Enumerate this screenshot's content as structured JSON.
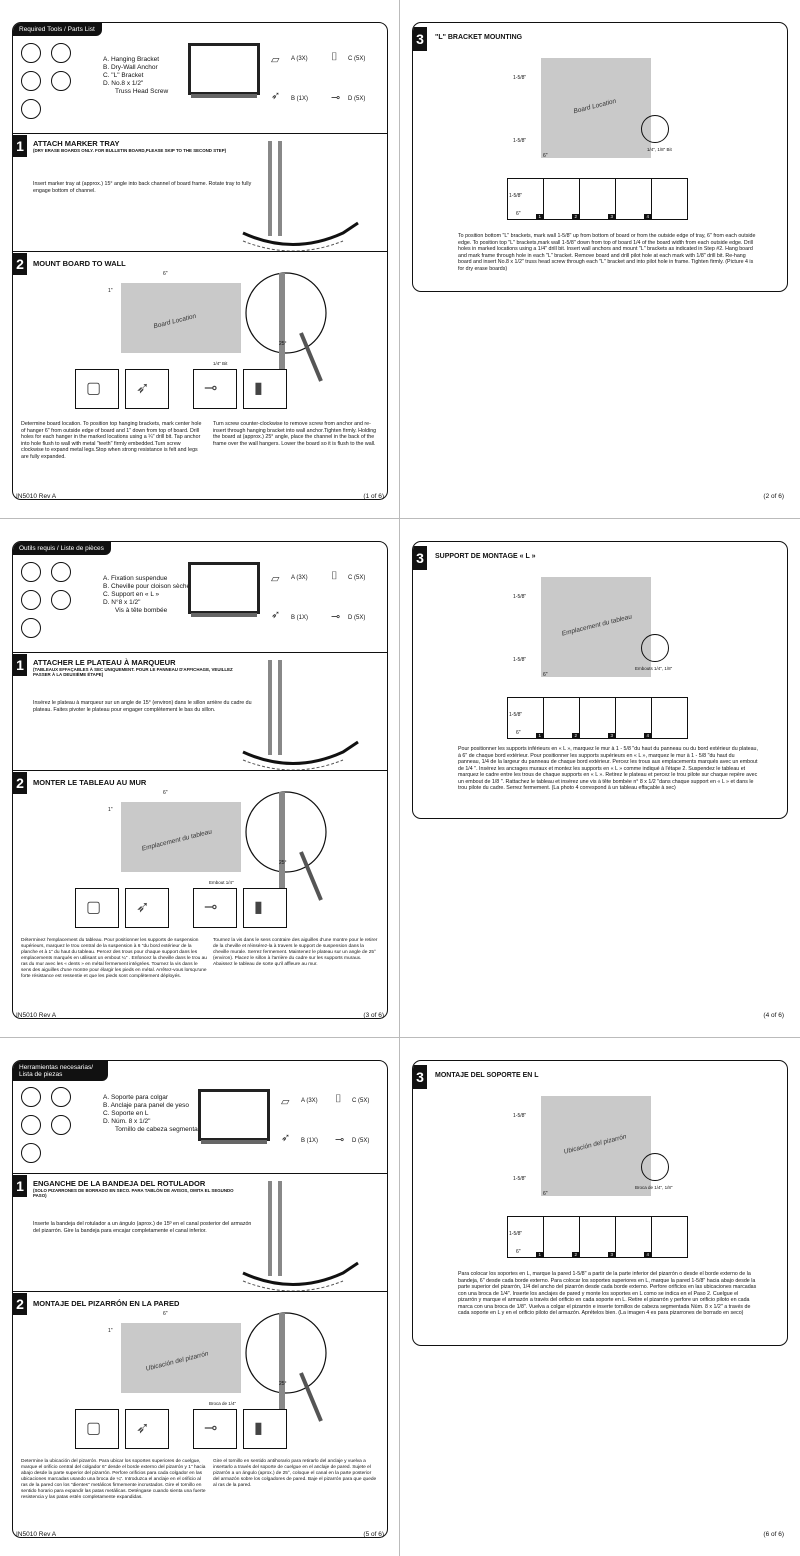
{
  "pages": {
    "p1": {
      "tools_heading": "Required Tools / Parts List",
      "parts": [
        "A. Hanging Bracket",
        "B. Dry-Wall Anchor",
        "C. \"L\" Bracket",
        "D. No.8 x 1/2\"",
        "Truss Head Screw"
      ],
      "part_labels": {
        "a": "A (3X)",
        "b": "B (1X)",
        "c": "C (5X)",
        "d": "D (5X)"
      },
      "step1_title": "ATTACH MARKER TRAY",
      "step1_note": "(DRY ERASE BOARDS ONLY. FOR BULLETIN BOARD,PLEASE SKIP TO THE SECOND STEP)",
      "step1_text": "Insert marker tray at (approx.) 15° angle into back channel of board frame. Rotate tray to fully engage bottom of channel.",
      "step2_title": "MOUNT BOARD TO WALL",
      "board_location": "Board Location",
      "dim_6": "6\"",
      "dim_1": "1\"",
      "angle": "25°",
      "drill_bit": "1/4\" Bit",
      "step2_text_left": "Determine board location. To position top hanging brackets, mark center hole of hanger 6\" from outside edge of board and 1\" down from top of board. Drill holes for each hanger in the marked locations using a ¼\" drill bit. Tap anchor into hole flush to wall with metal \"teeth\" firmly embedded.Turn screw clockwise to expand metal legs.Stop when strong resistance is felt and legs are fully expanded.",
      "step2_text_right": "Turn screw counter-clockwise to remove screw from anchor and re-insert through hanging bracket into wall anchor.Tighten firmly. Holding the board at (approx.) 25° angle, place the channel in the back of the frame over the wall hangers. Lower the board so it is flush to the wall.",
      "footer_left": "IN5010 Rev A",
      "footer_right": "(1 of 6)"
    },
    "p2": {
      "step3_title": "\"L\" BRACKET MOUNTING",
      "board_location": "Board Location",
      "dim_158": "1-5/8\"",
      "dim_6": "6\"",
      "drill_bit": "1/4\", 1/8\" Bit",
      "strip_dim_158": "1-5/8\"",
      "strip_dim_6": "6\"",
      "strip_nums": [
        "1",
        "2",
        "3",
        "4"
      ],
      "step3_text": "To position bottom \"L\" brackets, mark wall 1-5/8\" up from bottom of board or from the outside edge of tray, 6\" from each outside edge. To position top \"L\" brackets,mark wall 1-5/8\" down from top of board 1/4 of the board width from each outside edge. Drill holes in marked locations using a 1/4\" drill bit. Insert wall anchors and mount \"L\" brackets as indicated in Step #2. Hang board and mark frame through hole in each \"L\" bracket. Remove board and drill pilot hole at each mark with 1/8\" drill bit. Re-hang board and insert No.8 x 1/2\" truss head screw through each \"L\" bracket and into pilot hole in frame. Tighten firmly. (Picture 4 is for dry erase boards)",
      "footer_right": "(2 of 6)"
    },
    "p3": {
      "tools_heading": "Outils requis / Liste de pièces",
      "parts": [
        "A. Fixation suspendue",
        "B. Cheville pour cloison sèche",
        "C. Support en « L »",
        "D. N°8 x 1/2\"",
        "Vis à tête bombée"
      ],
      "part_labels": {
        "a": "A (3X)",
        "b": "B (1X)",
        "c": "C (5X)",
        "d": "D (5X)"
      },
      "step1_title": "ATTACHER LE PLATEAU À MARQUEUR",
      "step1_note": "(TABLEAUX EFFAÇABLES À SEC UNIQUEMENT. POUR LE PANNEAU D'AFFICHAGE, VEUILLEZ PASSER À LA DEUXIÈME ÉTAPE)",
      "step1_text": "Insérez le plateau à marqueur sur un angle de 15° (environ) dans le sillon arrière du cadre du plateau. Faites pivoter le plateau pour engager complètement le bas du sillon.",
      "step2_title": "MONTER LE TABLEAU AU MUR",
      "board_location": "Emplacement du tableau",
      "dim_6": "6\"",
      "dim_1": "1\"",
      "angle": "25°",
      "drill_bit": "Embout 1/4\"",
      "step2_text_left": "Déterminez l'emplacement du tableau. Pour positionner les supports de suspension supérieurs, marquez le trou central de la suspension à 6 \"du bord extérieur de la planche et à 1\" du haut du tableau. Percez des trous pour chaque support dans les emplacements marqués en utilisant un embout ¼\" . Enfoncez la cheville dans le trou au ras du mur avec les « dents » en métal fermement intégrées. Tournez la vis dans le sens des aiguilles d'une montre pour élargir les pieds en métal. Arrêtez-vous lorsqu'une forte résistance est ressentie et que les pieds sont complètement déployés.",
      "step2_text_right": "Tournez la vis dans le sens contraire des aiguilles d'une montre pour le retirer de la cheville et réinsérez-la à travers le support de suspension dans la cheville murale. Serrez fermement. Maintenez le plateau sur un angle de 25° (environ). Placez le sillon à l'arrière du cadre sur les supports muraux. Abaissez le tableau de sorte qu'il affleure au mur.",
      "footer_left": "IN5010 Rev A",
      "footer_right": "(3 of 6)"
    },
    "p4": {
      "step3_title": "SUPPORT DE MONTAGE « L »",
      "board_location": "Emplacement du tableau",
      "dim_158": "1-5/8\"",
      "dim_6": "6\"",
      "drill_bit": "Embouts 1/4\", 1/8\"",
      "strip_dim_158": "1-5/8\"",
      "strip_dim_6": "6\"",
      "strip_nums": [
        "1",
        "2",
        "3",
        "4"
      ],
      "step3_text": "Pour positionner les supports inférieurs en « L », marquez le mur à 1 - 5/8 \"du haut du panneau ou du bord extérieur du plateau, à 6\" de chaque bord extérieur. Pour positionner les supports supérieurs en « L », marquez le mur à 1 - 5/8 \"du haut du panneau, 1/4 de la largeur du panneau de chaque bord extérieur. Percez les trous aux emplacements marqués avec un embout de 1/4 \". Insérez les ancrages muraux et montez les supports en « L » comme indiqué à l'étape 2. Suspendez le tableau et marquez le cadre entre les trous de chaque supports en « L ». Retirez le plateau et percez le trou pilote sur chaque repère avec un embout de 1/8 \". Rattachez le tableau et insérez une vis à tête bombée n° 8 x 1/2 \"dans chaque support en « L » et dans le trou pilote du cadre. Serrez fermement. (La photo 4 correspond à un tableau effaçable à sec)",
      "footer_right": "(4 of 6)"
    },
    "p5": {
      "tools_heading": "Herramientas necesarias/ Lista de piezas",
      "parts": [
        "A. Soporte para colgar",
        "B. Anclaje para panel de yeso",
        "C. Soporte en L",
        "D. Núm. 8 x 1/2\"",
        "Tornillo de cabeza segmentada"
      ],
      "part_labels": {
        "a": "A (3X)",
        "b": "B (1X)",
        "c": "C (5X)",
        "d": "D (5X)"
      },
      "step1_title": "ENGANCHE DE LA BANDEJA DEL ROTULADOR",
      "step1_note": "(SOLO PIZARRONES DE BORRADO EN SECO. PARA TABLÓN DE AVISOS, OMITA EL SEGUNDO PASO)",
      "step1_text": "Inserte la bandeja del rotulador a un ángulo (aprox.) de 15º en el canal posterior del armazón del pizarrón. Gire la bandeja para encajar completamente el canal inferior.",
      "step2_title": "MONTAJE DEL PIZARRÓN EN LA PARED",
      "board_location": "Ubicación del pizarrón",
      "dim_6": "6\"",
      "dim_1": "1\"",
      "angle": "25°",
      "drill_bit": "Broca de 1/4\"",
      "step2_text_left": "Determine la ubicación del pizarrón. Para ubicar los soportes superiores de cuelgue, marque el orificio central del colgador 6\" desde el borde externo del pizarrón y 1\" hacia abajo desde la parte superior del pizarrón. Perfore orificios para cada colgador en las ubicaciones marcadas usando una broca de ¼\". Introduzca el anclaje en el orificio al ras de la pared con los \"dientes\" metálicos firmemente incrustados. Gire el tornillo en sentido horario para expandir las patas metálicas. Deténgase cuando sienta una fuerte resistencia y las patas estén completamente expandidas.",
      "step2_text_right": "Gire el tornillo en sentido antihorario para retirarlo del anclaje y vuelva a insertarlo a través del soporte de cuelgue en el anclaje de pared. Sujete el pizarrón a un ángulo (aprox.) de 25°, coloque el canal en la parte posterior del armazón sobre los colgadores de pared. Baje el pizarrón para que quede al ras de la pared.",
      "footer_left": "IN5010 Rev A",
      "footer_right": "(5 of 6)"
    },
    "p6": {
      "step3_title": "MONTAJE DEL SOPORTE EN L",
      "board_location": "Ubicación del pizarrón",
      "dim_158": "1-5/8\"",
      "dim_6": "6\"",
      "drill_bit": "Broca de 1/4\", 1/8\"",
      "strip_dim_158": "1-5/8\"",
      "strip_dim_6": "6\"",
      "strip_nums": [
        "1",
        "2",
        "3",
        "4"
      ],
      "step3_text": "Para colocar los soportes en L, marque la pared 1-5/8\" a partir de la parte inferior del pizarrón o desde el borde externo de la bandeja, 6\" desde cada borde externo. Para colocar los soportes superiores en L, marque la pared 1-5/8\" hacia abajo desde la parte superior del pizarrón, 1/4 del ancho del pizarrón desde cada borde externo. Perfore orificios en las ubicaciones marcadas con una broca de 1/4\". Inserte los anclajes de pared y monte los soportes en L como se indica en el Paso 2. Cuelgue el pizarrón y marque el armazón a través del orificio en cada soporte en L. Retire el pizarrón y perfore un orificio piloto en cada marca con una broca de 1/8\". Vuelva a colgar el pizarrón e inserte tornillos de cabeza segmentada Núm. 8 x 1/2\" a través de cada soporte en L y en el orificio piloto del armazón. Aprételos bien. (La imagen 4 es para pizarrones de borrado en seco)",
      "footer_right": "(6 of 6)"
    }
  }
}
